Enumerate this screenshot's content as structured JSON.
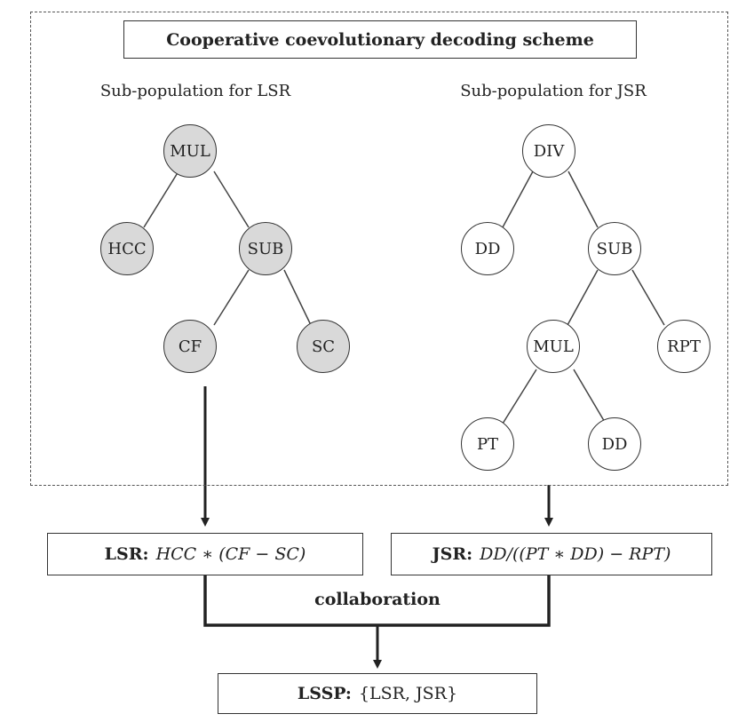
{
  "diagram": {
    "title": "Cooperative coevolutionary decoding scheme",
    "lsr_subpopulation": {
      "label": "Sub-population for LSR",
      "nodes": [
        "MUL",
        "HCC",
        "SUB",
        "CF",
        "SC"
      ]
    },
    "jsr_subpopulation": {
      "label": "Sub-population for JSR",
      "nodes": [
        "DIV",
        "DD",
        "SUB",
        "MUL",
        "RPT",
        "PT",
        "DD"
      ]
    },
    "lsr_result": {
      "label": "LSR:",
      "expression": "HCC ∗ (CF − SC)"
    },
    "jsr_result": {
      "label": "JSR:",
      "expression": "DD/((PT ∗ DD) − RPT)"
    },
    "collaboration_label": "collaboration",
    "lssp_result": {
      "label": "LSSP:",
      "expression": "{LSR, JSR}"
    },
    "colors": {
      "gray_node": "#d9d9d9",
      "white_node": "#ffffff",
      "stroke": "#333333"
    }
  }
}
